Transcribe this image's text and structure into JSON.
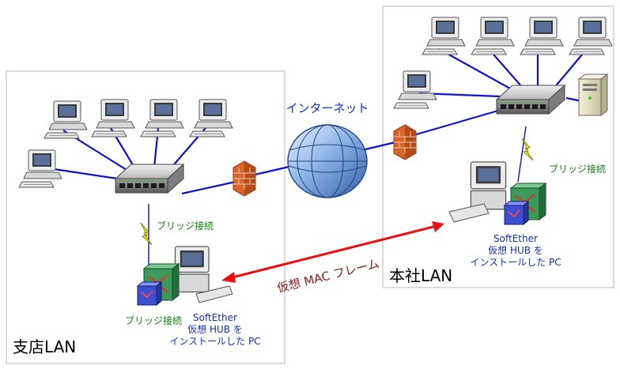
{
  "labels": {
    "internet": "インターネット",
    "branch_lan": "支店LAN",
    "hq_lan": "本社LAN",
    "virtual_frame": "仮想 MAC フレーム",
    "bridge_hq": "ブリッジ接続",
    "bridge_branch_top": "ブリッジ接続",
    "bridge_branch_bottom": "ブリッジ接続",
    "hq_pc": [
      "SoftEther",
      "仮想 HUB を",
      "インストールした PC"
    ],
    "branch_pc": [
      "SoftEther",
      "仮想 HUB を",
      "インストールした PC"
    ]
  },
  "colors": {
    "link": "#1010d0",
    "arrow": "#e81010",
    "frame_text": "#8b1a1a",
    "internet_text": "#1030c0",
    "bridge_text": "#108010",
    "pc_text": "#1030c0",
    "lan_title": "#000000",
    "firewall": "#d8642a",
    "lightning": "#f4f000"
  },
  "icons": {
    "client": "desktop-pc-icon",
    "server": "tower-server-icon",
    "hub": "network-hub-icon",
    "firewall": "firewall-icon",
    "globe": "internet-globe-icon",
    "softether": "softether-hub-box-icon",
    "bridge": "lightning-bolt-icon"
  }
}
